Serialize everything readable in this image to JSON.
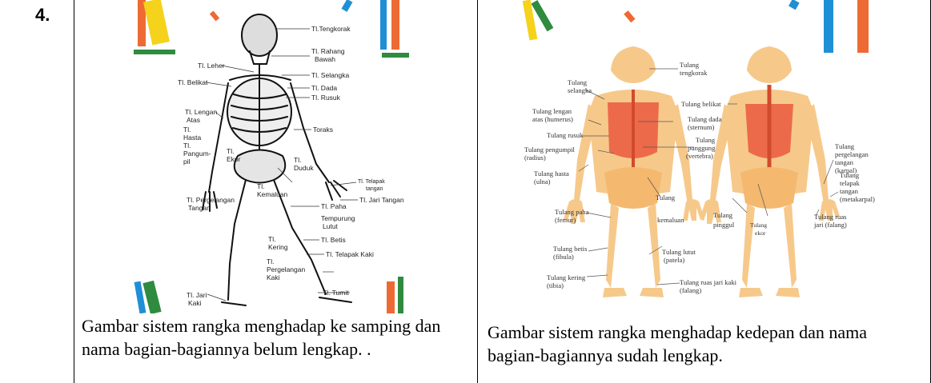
{
  "row_number": "4.",
  "left": {
    "caption": "Gambar sistem rangka menghadap ke samping dan nama bagian-bagiannya belum lengkap. .",
    "labels": {
      "tengkorak": "Tl.Tengkorak",
      "rahang": "Tl. Rahang",
      "rahang2": "Bawah",
      "leher": "Tl. Leher",
      "selangka": "Tl. Selangka",
      "belikat": "Tl. Belikat",
      "dada": "Tl. Dada",
      "rusuk": "Tl. Rusuk",
      "lengan_atas": "Tl. Lengan",
      "lengan_atas2": "Atas",
      "hasta": "Tl.",
      "hasta2": "Hasta",
      "pengumpil": "Tl.",
      "pengumpil2": "Pangum-",
      "pengumpil3": "pil",
      "ekor": "Tl.",
      "ekor2": "Ekor",
      "toraks": "Toraks",
      "duduk": "Tl.",
      "duduk2": "Duduk",
      "kemaluan": "Tl.",
      "kemaluan2": "Kemaluan",
      "telapak_tangan": "Tl. Telapak",
      "telapak_tangan2": "tangan",
      "jari_tangan": "Tl. Jari Tangan",
      "paha": "Tl. Paha",
      "pergelangan_tangan": "Tl. Pergelangan",
      "pergelangan_tangan2": "Tangan",
      "tempurung": "Tempurung",
      "tempurung2": "Lutut",
      "kering": "Tl.",
      "kering2": "Kering",
      "betis": "Tl. Betis",
      "pergelangan_kaki": "Tl.",
      "pergelangan_kaki2": "Pergelangan",
      "pergelangan_kaki3": "Kaki",
      "telapak_kaki": "Tl. Telapak Kaki",
      "tumit": "Tl. Tumit",
      "jari_kaki": "Tl. Jari",
      "jari_kaki2": "Kaki"
    }
  },
  "right": {
    "caption": "Gambar sistem rangka menghadap kedepan dan nama bagian-bagiannya sudah lengkap.",
    "labels": {
      "tengkorak": "Tulang",
      "tengkorak2": "tengkorak",
      "selangka": "Tulang",
      "selangka2": "selangka",
      "lengan_atas": "Tulang lengan",
      "lengan_atas2": "atas (humerus)",
      "rusuk": "Tulang rusuk",
      "pengumpil": "Tulang pengumpil",
      "pengumpil2": "(radius)",
      "hasta": "Tulang hasta",
      "hasta2": "(ulna)",
      "paha": "Tulang paha",
      "paha2": "(femur)",
      "betis": "Tulang betis",
      "betis2": "(fibula)",
      "kering": "Tulang kering",
      "kering2": "(tibia)",
      "belikat": "Tulang belikat",
      "dada": "Tulang dada",
      "dada2": "(sternum)",
      "punggung": "Tulang",
      "punggung2": "punggung",
      "punggung3": "(vertebra)",
      "kemaluan": "Tulang",
      "kemaluan2": "kemaluan",
      "pinggul": "Tulang",
      "pinggul2": "pinggul",
      "ekor": "Tulang",
      "ekor2": "ekor",
      "lutut": "Tulang lutut",
      "lutut2": "(patela)",
      "ruas_jari_kaki": "Tulang ruas jari kaki",
      "ruas_jari_kaki2": "(falang)",
      "pergelangan_tangan": "Tulang",
      "pergelangan_tangan2": "pergelangan",
      "pergelangan_tangan3": "tangan",
      "pergelangan_tangan4": "(karpal)",
      "telapak_tangan": "Tulang",
      "telapak_tangan2": "telapak",
      "telapak_tangan3": "tangan",
      "telapak_tangan4": "(metakarpal)",
      "ruas_jari": "Tulang ruas",
      "ruas_jari2": "jari (falang)"
    }
  },
  "colors": {
    "bone": "#f6c98a",
    "red": "#ec6a4a",
    "blue": "#1f8fd6",
    "yellow": "#f5d21c",
    "green": "#2e8b3f",
    "orange": "#ee6a35"
  }
}
